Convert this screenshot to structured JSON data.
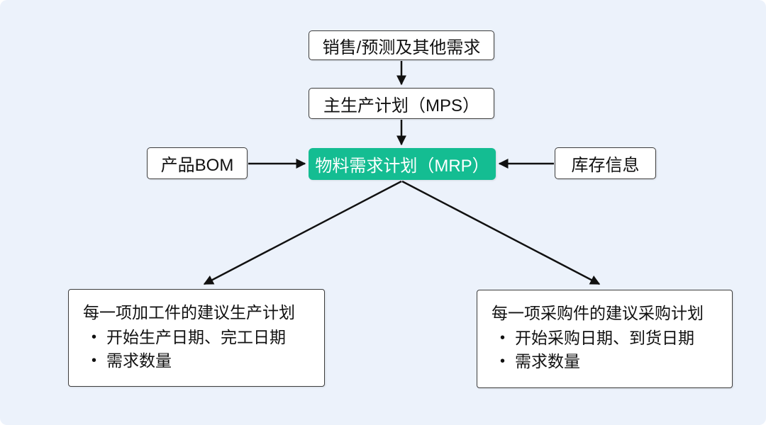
{
  "diagram": {
    "type": "flowchart",
    "topic": "MRP (Material Requirements Planning) process flow"
  },
  "colors": {
    "canvas_background": "#ecf2fb",
    "node_background": "#ffffff",
    "node_border": "#3d3d3d",
    "accent_green": "#14bd92",
    "accent_text": "#ffffff",
    "arrow": "#111111"
  },
  "nodes": {
    "sales_demand": {
      "label": "销售/预测及其他需求"
    },
    "mps": {
      "label": "主生产计划（MPS）"
    },
    "mrp": {
      "label": "物料需求计划（MRP）"
    },
    "bom": {
      "label": "产品BOM"
    },
    "inventory": {
      "label": "库存信息"
    },
    "production_plan": {
      "title": "每一项加工件的建议生产计划",
      "bullets": [
        "开始生产日期、完工日期",
        "需求数量"
      ]
    },
    "purchase_plan": {
      "title": "每一项采购件的建议采购计划",
      "bullets": [
        "开始采购日期、到货日期",
        "需求数量"
      ]
    }
  },
  "edges": [
    {
      "from": "sales_demand",
      "to": "mps"
    },
    {
      "from": "mps",
      "to": "mrp"
    },
    {
      "from": "bom",
      "to": "mrp"
    },
    {
      "from": "inventory",
      "to": "mrp"
    },
    {
      "from": "mrp",
      "to": "production_plan"
    },
    {
      "from": "mrp",
      "to": "purchase_plan"
    }
  ]
}
